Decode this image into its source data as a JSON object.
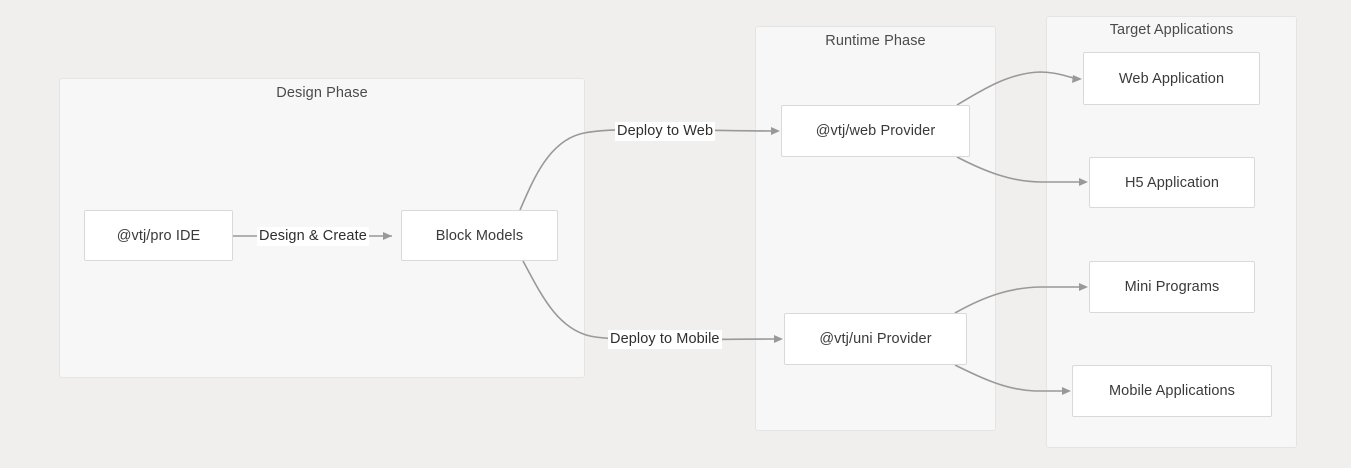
{
  "diagram": {
    "type": "flowchart",
    "direction": "left-to-right",
    "background_color": "#f0efed",
    "cluster_fill": "#f7f7f7",
    "node_fill": "#ffffff",
    "edge_color": "#999999",
    "text_color": "#3a3a3a"
  },
  "clusters": [
    {
      "id": "design",
      "title": "Design Phase"
    },
    {
      "id": "runtime",
      "title": "Runtime Phase"
    },
    {
      "id": "target",
      "title": "Target Applications"
    }
  ],
  "nodes": [
    {
      "id": "pro-ide",
      "label": "@vtj/pro IDE",
      "cluster": "design"
    },
    {
      "id": "block-models",
      "label": "Block Models",
      "cluster": "design"
    },
    {
      "id": "web-provider",
      "label": "@vtj/web Provider",
      "cluster": "runtime"
    },
    {
      "id": "uni-provider",
      "label": "@vtj/uni Provider",
      "cluster": "runtime"
    },
    {
      "id": "web-app",
      "label": "Web Application",
      "cluster": "target"
    },
    {
      "id": "h5-app",
      "label": "H5 Application",
      "cluster": "target"
    },
    {
      "id": "mini-prog",
      "label": "Mini Programs",
      "cluster": "target"
    },
    {
      "id": "mobile-app",
      "label": "Mobile Applications",
      "cluster": "target"
    }
  ],
  "edges": [
    {
      "id": "e1",
      "from": "pro-ide",
      "to": "block-models",
      "label": "Design & Create"
    },
    {
      "id": "e2",
      "from": "block-models",
      "to": "web-provider",
      "label": "Deploy to Web"
    },
    {
      "id": "e3",
      "from": "block-models",
      "to": "uni-provider",
      "label": "Deploy to Mobile"
    },
    {
      "id": "e4",
      "from": "web-provider",
      "to": "web-app",
      "label": ""
    },
    {
      "id": "e5",
      "from": "web-provider",
      "to": "h5-app",
      "label": ""
    },
    {
      "id": "e6",
      "from": "uni-provider",
      "to": "mini-prog",
      "label": ""
    },
    {
      "id": "e7",
      "from": "uni-provider",
      "to": "mobile-app",
      "label": ""
    }
  ]
}
